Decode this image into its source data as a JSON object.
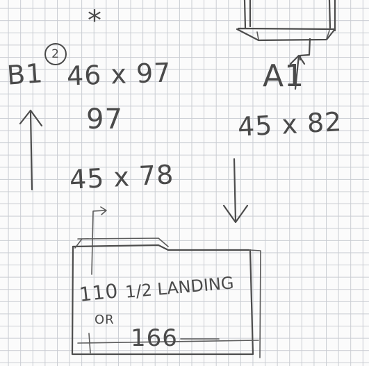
{
  "sketch": {
    "asterisk": "*",
    "left_label": "B1",
    "left_circled_number": "2",
    "left_top_dimension": "46 x 97",
    "left_mid_number": "97",
    "left_bottom_dimension": "45 x 78",
    "right_label": "A1",
    "right_dimension": "45 x 82",
    "box_width": "110",
    "landing_label": "1/2 LANDING",
    "box_note": "OR",
    "box_length": "166"
  },
  "colors": {
    "paper": "#fbfbfb",
    "grid": "#c9ccd2",
    "pencil": "#4a4a4a"
  }
}
